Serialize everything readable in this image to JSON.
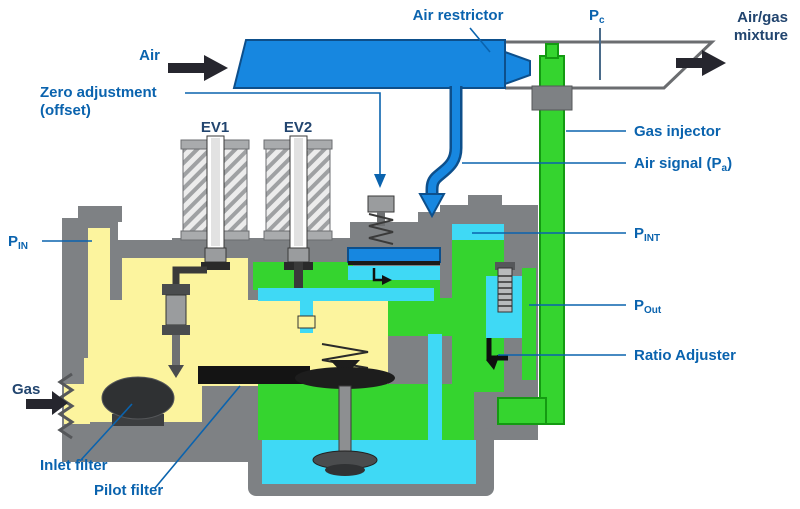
{
  "colors": {
    "air_blue": "#1787e0",
    "air_blue_dark": "#0d4f8b",
    "gas_yellow": "#fcf49e",
    "outlet_green": "#35d42f",
    "signal_cyan": "#3fd9f5",
    "body_gray": "#7e8184",
    "label_blue": "#0a63ae",
    "label_navy": "#22456f"
  },
  "labels": {
    "air": "Air",
    "air_restrictor": "Air restrictor",
    "p_c": {
      "main": "P",
      "sub": "c"
    },
    "air_gas_mixture": {
      "line1": "Air/gas",
      "line2": "mixture"
    },
    "zero_adjustment": {
      "line1": "Zero adjustment",
      "line2": "(offset)"
    },
    "ev1": "EV1",
    "ev2": "EV2",
    "gas_injector": "Gas injector",
    "air_signal": {
      "prefix": "Air signal (P",
      "sub": "a",
      "suffix": ")"
    },
    "p_in": {
      "main": "P",
      "sub": "IN"
    },
    "p_int": {
      "main": "P",
      "sub": "INT"
    },
    "p_out": {
      "main": "P",
      "sub": "Out"
    },
    "ratio_adjuster": "Ratio Adjuster",
    "gas": "Gas",
    "inlet_filter": "Inlet filter",
    "pilot_filter": "Pilot filter"
  }
}
